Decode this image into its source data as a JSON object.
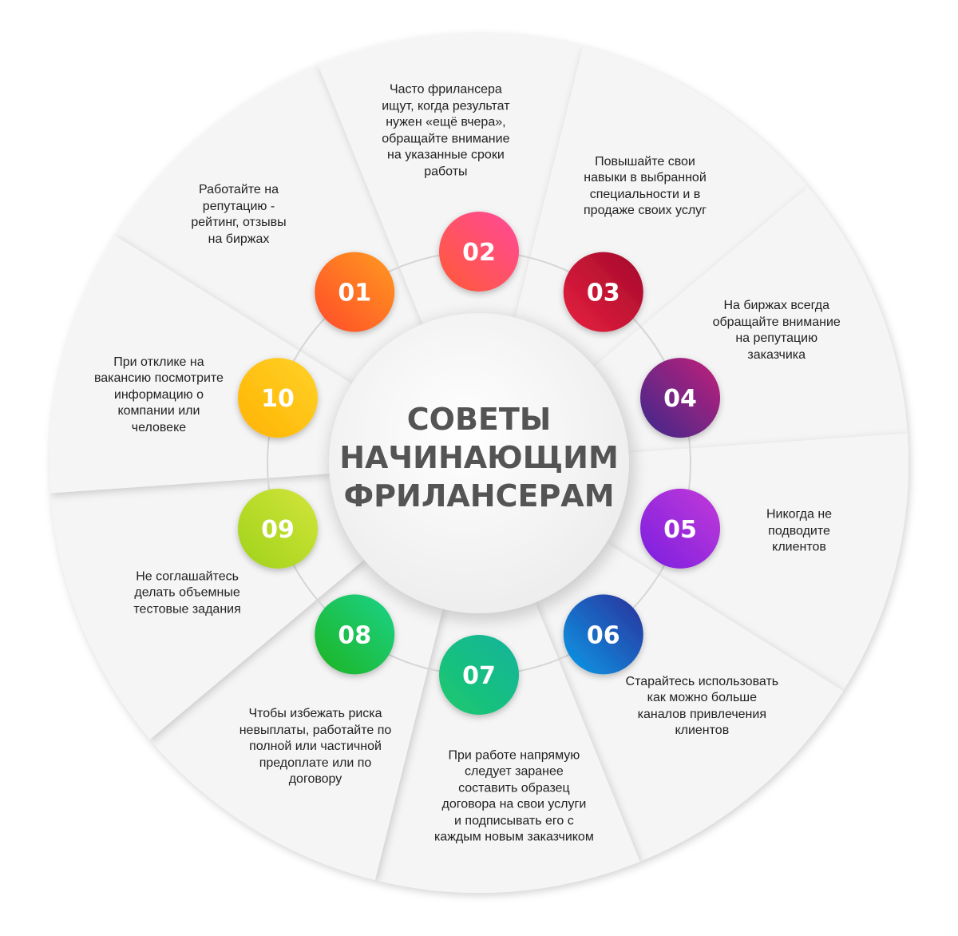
{
  "title": {
    "lines": [
      "СОВЕТЫ",
      "НАЧИНАЮЩИМ",
      "ФРИЛАНСЕРАМ"
    ],
    "color": "#545454"
  },
  "tips": [
    {
      "number": "01",
      "text": "Работайте на\nрепутацию -\nрейтинг, отзывы\nна биржах",
      "gradient": [
        "#ff4b2b",
        "#ff9a1f"
      ]
    },
    {
      "number": "02",
      "text": "Часто фрилансера\nищут, когда результат\nнужен «ещё вчера»,\nобращайте внимание\nна указанные сроки\nработы",
      "gradient": [
        "#ff5a36",
        "#ff4a9a"
      ]
    },
    {
      "number": "03",
      "text": "Повышайте свои\nнавыки в выбранной\nспециальности и в\nпродаже своих услуг",
      "gradient": [
        "#e8213f",
        "#a3092c"
      ]
    },
    {
      "number": "04",
      "text": "На биржах всегда\nобращайте внимание\nна репутацию\nзаказчика",
      "gradient": [
        "#3b2a8c",
        "#c2207a"
      ]
    },
    {
      "number": "05",
      "text": "Никогда не\nподводите\nклиентов",
      "gradient": [
        "#7a1fe0",
        "#c23ad8"
      ]
    },
    {
      "number": "06",
      "text": "Старайтесь использовать\nкак можно больше\nканалов привлечения\nклиентов",
      "gradient": [
        "#0a9be8",
        "#2c2f9a"
      ]
    },
    {
      "number": "07",
      "text": "При работе  напрямую\nследует заранее\nсоставить образец\nдоговора на свои услуги\nи подписывать его с\nкаждым новым заказчиком",
      "gradient": [
        "#1ec96b",
        "#0fb39c"
      ]
    },
    {
      "number": "08",
      "text": "Чтобы избежать риска\nневыплаты, работайте по\nполной или частичной\nпредоплате или по\nдоговору",
      "gradient": [
        "#1fb31f",
        "#19d38a"
      ]
    },
    {
      "number": "09",
      "text": "Не соглашайтесь\nделать объемные\nтестовые задания",
      "gradient": [
        "#9fd21a",
        "#d2e53a"
      ]
    },
    {
      "number": "10",
      "text": "При отклике на\nвакансию посмотрите\nинформацию о\nкомпании или\nчеловеке",
      "gradient": [
        "#ffb300",
        "#ffd22a"
      ]
    }
  ],
  "colors": {
    "segment": "#f5f5f5",
    "ring": "#d6d6d6",
    "center": "#f3f3f3"
  }
}
